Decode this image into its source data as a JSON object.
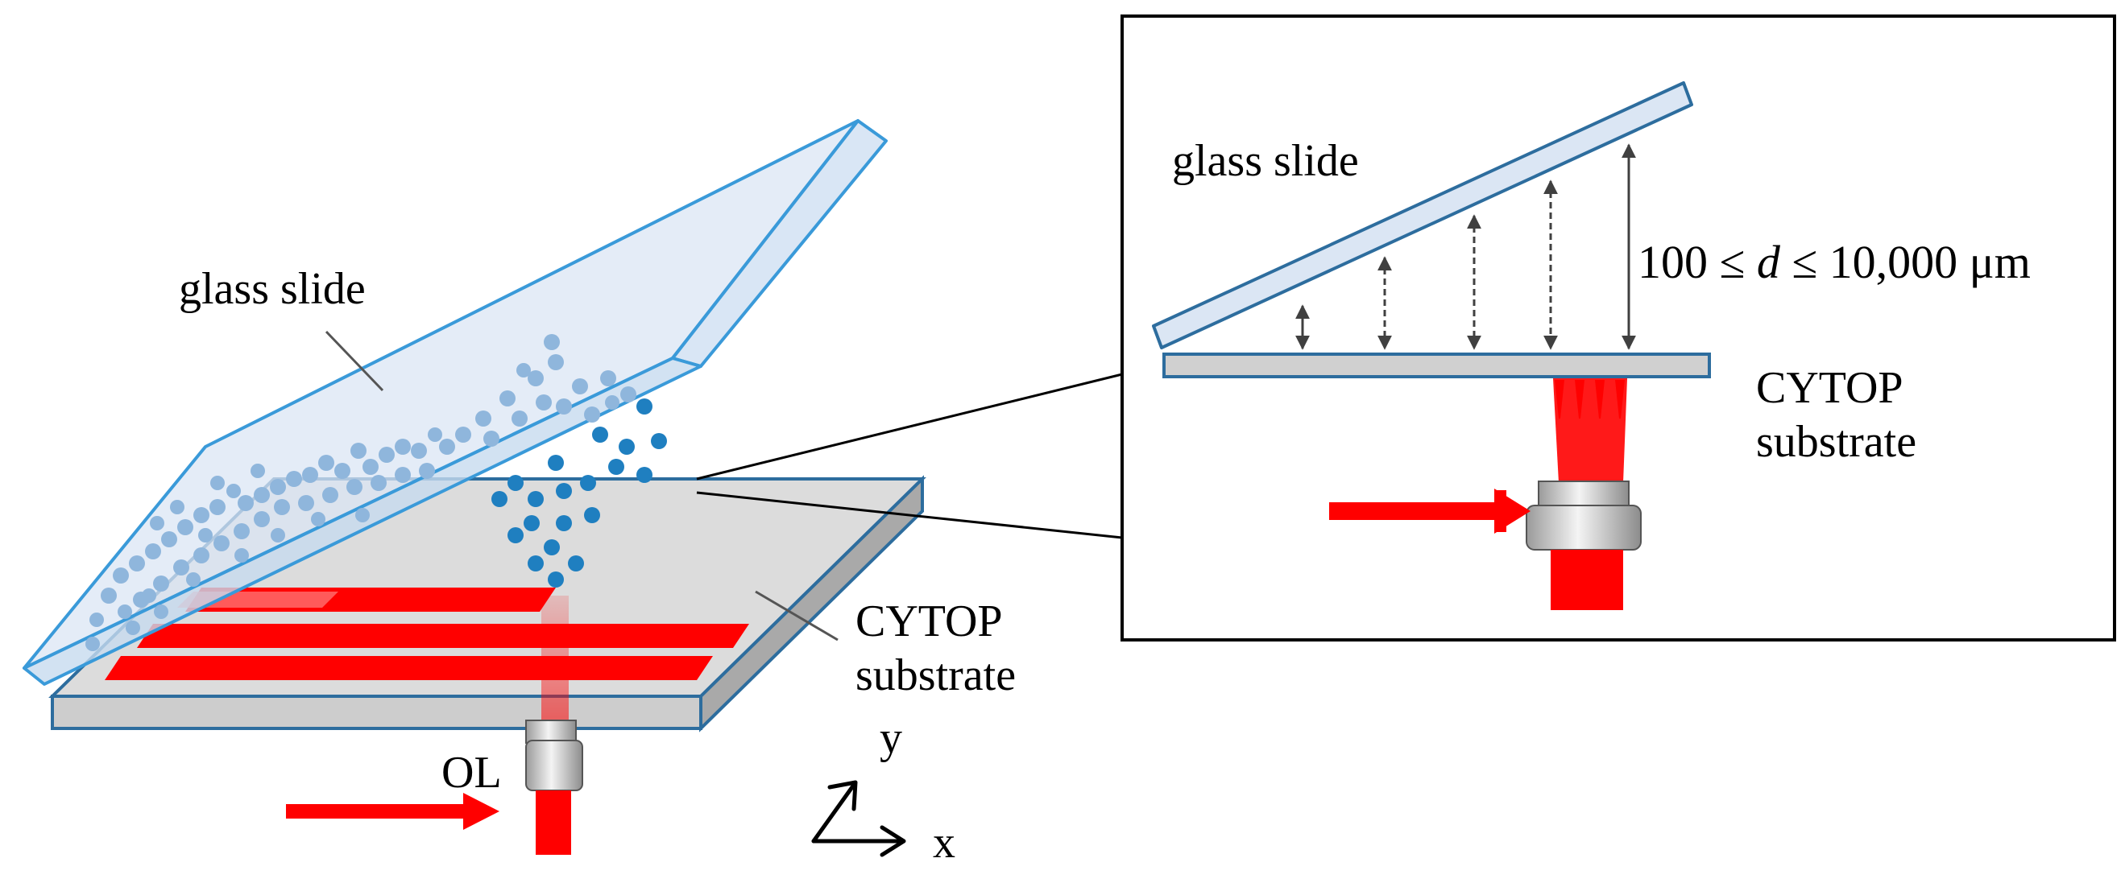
{
  "main_figure": {
    "glass_slide_label": "glass slide",
    "substrate_label_line1": "CYTOP",
    "substrate_label_line2": "substrate",
    "objective_label": "OL",
    "axis_y_label": "y",
    "axis_x_label": "x"
  },
  "inset": {
    "glass_slide_label": "glass slide",
    "gap_formula_prefix": "100 ≤ ",
    "gap_formula_variable": "d",
    "gap_formula_suffix": " ≤ 10,000 μm",
    "substrate_label_line1": "CYTOP",
    "substrate_label_line2": "substrate"
  },
  "colors": {
    "glass_stroke": "#3a9ad9",
    "glass_fill": "#dbe6f4",
    "substrate_fill": "#d9d9d9",
    "substrate_stroke": "#2d6d9e",
    "laser_red": "#ff0000",
    "droplet_light": "#8fb6dc",
    "droplet_dark": "#1f7fc0"
  },
  "icons": [
    "laser-arrow-icon",
    "objective-lens-icon",
    "xy-axes-icon",
    "double-arrow-icon"
  ]
}
